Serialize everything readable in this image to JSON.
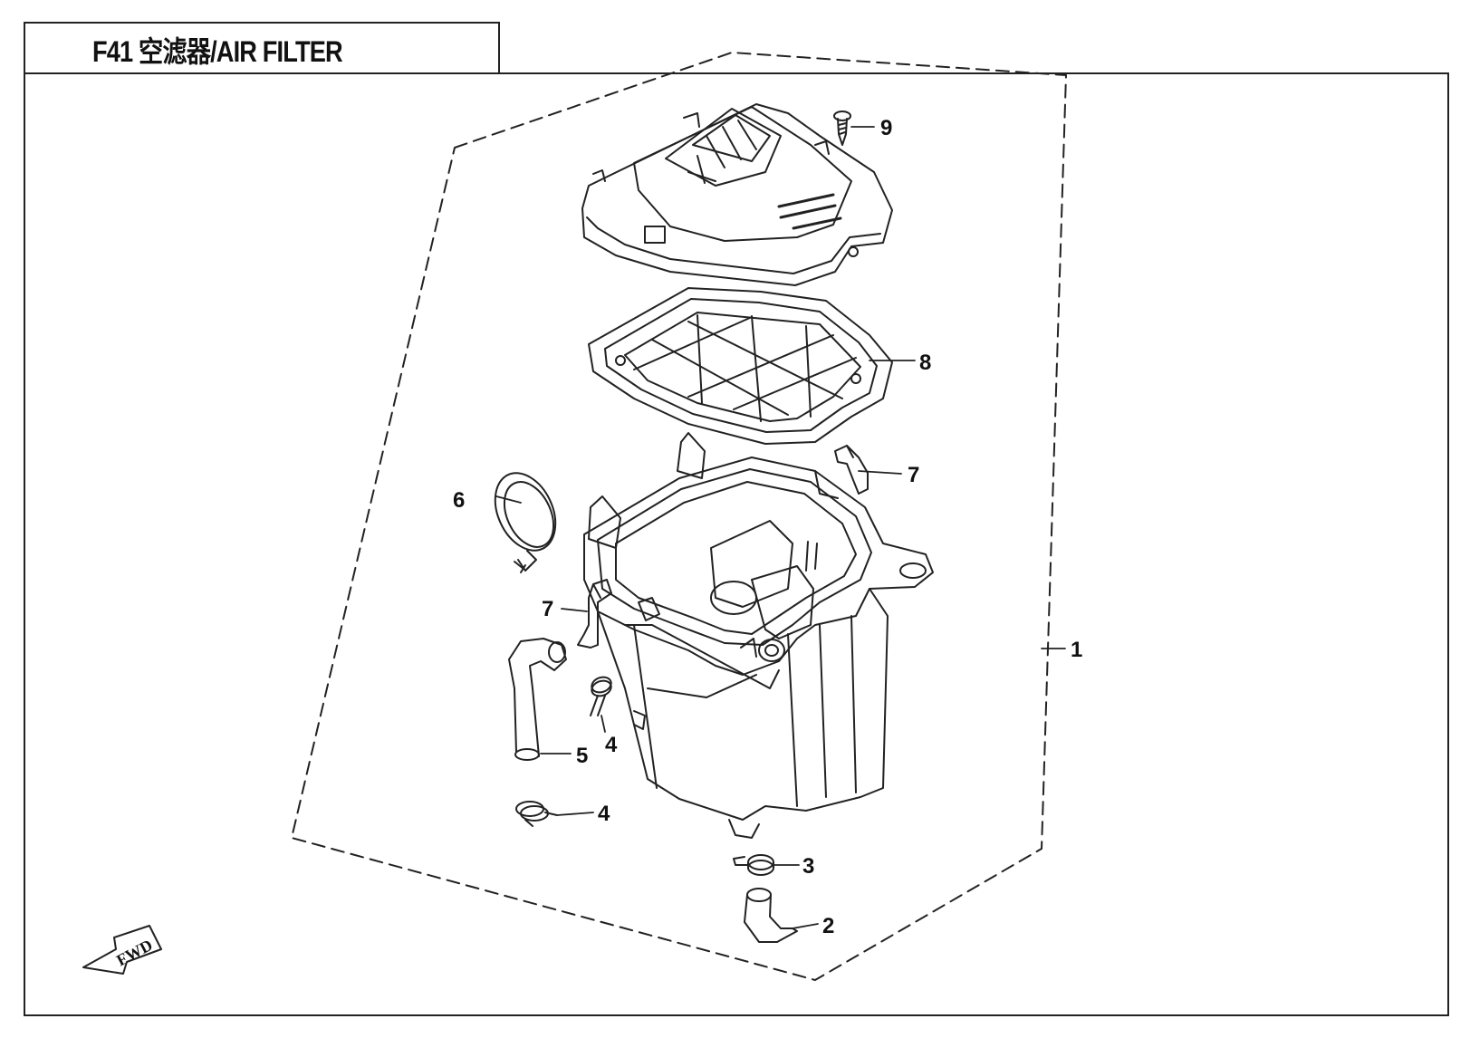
{
  "header": {
    "title": "F41  空滤器/AIR FILTER"
  },
  "direction_label": "FWD",
  "callouts": [
    {
      "id": "1",
      "label": "1"
    },
    {
      "id": "2",
      "label": "2"
    },
    {
      "id": "3",
      "label": "3"
    },
    {
      "id": "4a",
      "label": "4"
    },
    {
      "id": "4b",
      "label": "4"
    },
    {
      "id": "5",
      "label": "5"
    },
    {
      "id": "6",
      "label": "6"
    },
    {
      "id": "7a",
      "label": "7"
    },
    {
      "id": "7b",
      "label": "7"
    },
    {
      "id": "8",
      "label": "8"
    },
    {
      "id": "9",
      "label": "9"
    }
  ],
  "colors": {
    "ink": "#222222",
    "background": "#ffffff"
  }
}
